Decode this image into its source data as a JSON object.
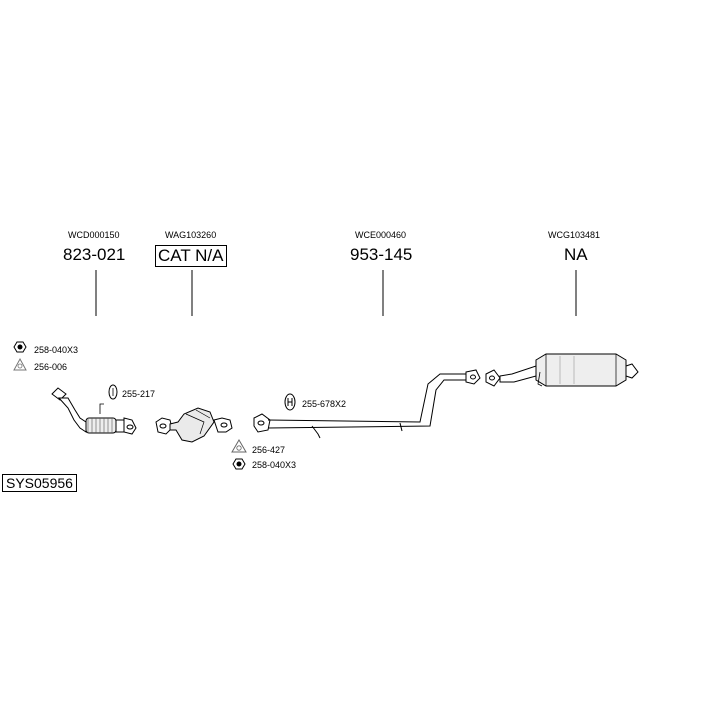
{
  "diagram": {
    "system_code": "SYS05956",
    "columns": [
      {
        "ref": "WCD000150",
        "part": "823-021"
      },
      {
        "ref": "WAG103260",
        "part": "CAT N/A"
      },
      {
        "ref": "WCE000460",
        "part": "953-145"
      },
      {
        "ref": "WCG103481",
        "part": "NA"
      }
    ],
    "fittings": [
      {
        "icon": "nut-icon",
        "label": "258-040X3"
      },
      {
        "icon": "gasket-icon",
        "label": "256-006"
      },
      {
        "icon": "mounting-rubber-icon",
        "label": "255-217"
      },
      {
        "icon": "hanger-bracket-icon",
        "label": "255-678X2"
      },
      {
        "icon": "gasket-icon",
        "label": "256-427"
      },
      {
        "icon": "nut-icon",
        "label": "258-040X3"
      }
    ]
  }
}
